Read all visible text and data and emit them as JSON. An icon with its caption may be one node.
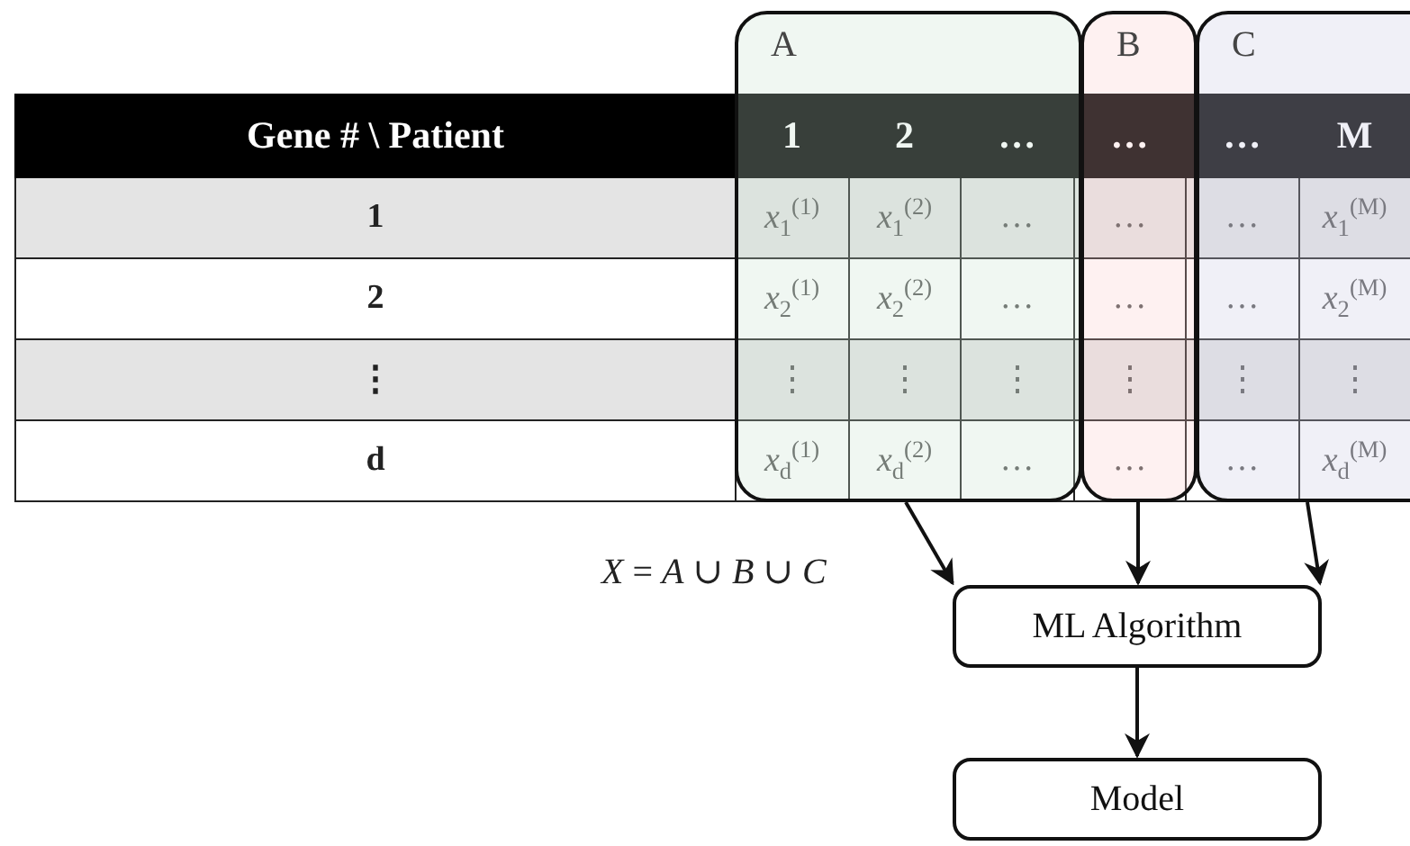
{
  "diagram": {
    "nodes": [
      {
        "text": [
          "A"
        ]
      },
      {
        "text": [
          "B"
        ]
      },
      {
        "text": [
          "C"
        ]
      },
      {
        "text": [
          "ML Algorithm"
        ]
      },
      {
        "text": [
          "Model"
        ]
      }
    ],
    "edges": [
      {
        "from": 0,
        "to": 3,
        "arrow": "to"
      },
      {
        "from": 1,
        "to": 3,
        "arrow": "to"
      },
      {
        "from": 2,
        "to": 3,
        "arrow": "to"
      },
      {
        "from": 3,
        "to": 4,
        "arrow": "to"
      }
    ],
    "labels": [
      "Gene # \\ Patient",
      "1",
      "2",
      "…",
      "…",
      "…",
      "M",
      "1",
      "*x*$_{1}$$^{(1)}$",
      "*x*$_{1}$$^{(2)}$",
      "…",
      "…",
      "…",
      "*x*$_{1}$$^{(M)}$",
      "2",
      "*x*$_{2}$$^{(1)}$",
      "*x*$_{2}$$^{(2)}$",
      "…",
      "…",
      "…",
      "*x*$_{2}$$^{(M)}$",
      "⋮",
      "⋮",
      "⋮",
      "⋮",
      "⋮",
      "⋮",
      "⋮",
      "d",
      "*x*$_{d}$$^{(1)}$",
      "*x*$_{d}$$^{(2)}$",
      "…",
      "…",
      "…",
      "*x*$_{d}$$^{(M)}$",
      "*X* = *A* ∪ *B* ∪ *C*"
    ]
  }
}
